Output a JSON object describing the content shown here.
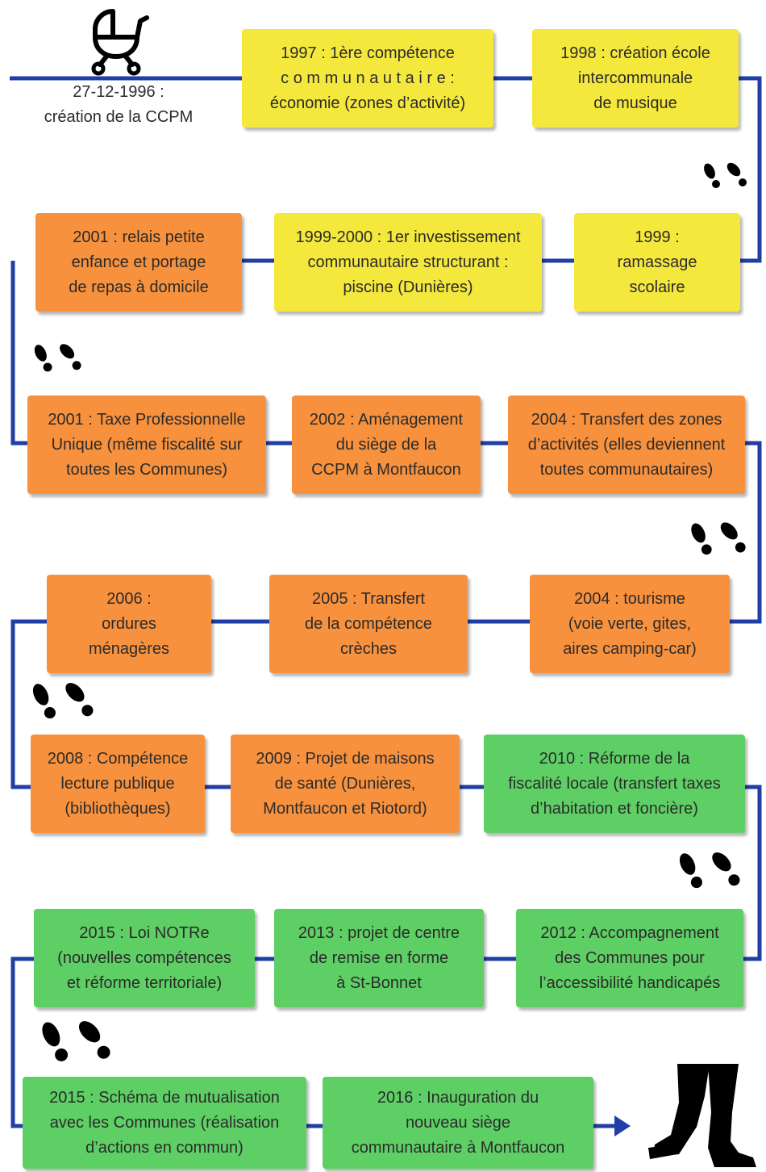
{
  "colors": {
    "line": "#1f3fa6",
    "yellow": "#f5e83d",
    "orange": "#f7913d",
    "green": "#5ecf65"
  },
  "start": {
    "icon": "baby-carriage-icon",
    "label": "27-12-1996 :\ncréation de la CCPM"
  },
  "end": {
    "icon": "walking-legs-icon"
  },
  "rows": [
    {
      "boxes": [
        {
          "text": "1997 : 1ère compétence\nc o m m u n a u t a i r e :\néconomie (zones d’activité)"
        },
        {
          "text": "1998 : création école\nintercommunale\nde musique"
        }
      ]
    },
    {
      "boxes": [
        {
          "text": "2001 : relais petite\nenfance et portage\nde repas à domicile"
        },
        {
          "text": "1999-2000 : 1er investissement\ncommunautaire structurant :\npiscine (Dunières)"
        },
        {
          "text": "1999 :\nramassage\nscolaire"
        }
      ]
    },
    {
      "boxes": [
        {
          "text": "2001 : Taxe Professionnelle\nUnique (même fiscalité sur\ntoutes les Communes)"
        },
        {
          "text": "2002 : Aménagement\ndu siège de la\nCCPM à Montfaucon"
        },
        {
          "text": "2004 : Transfert des zones\nd’activités (elles deviennent\ntoutes communautaires)"
        }
      ]
    },
    {
      "boxes": [
        {
          "text": "2006 :\nordures\nménagères"
        },
        {
          "text": "2005 : Transfert\nde la compétence\ncrèches"
        },
        {
          "text": "2004 : tourisme\n(voie verte, gites,\naires camping-car)"
        }
      ]
    },
    {
      "boxes": [
        {
          "text": "2008 : Compétence\nlecture publique\n(bibliothèques)"
        },
        {
          "text": "2009 : Projet de maisons\nde santé (Dunières,\nMontfaucon et Riotord)"
        },
        {
          "text": "2010 : Réforme de la\nfiscalité locale (transfert taxes\nd’habitation et foncière)"
        }
      ]
    },
    {
      "boxes": [
        {
          "text": "2015 : Loi NOTRe\n(nouvelles compétences\net réforme territoriale)"
        },
        {
          "text": "2013 : projet de centre\nde remise en forme\nà St-Bonnet"
        },
        {
          "text": "2012 : Accompagnement\ndes Communes pour\nl’accessibilité handicapés"
        }
      ]
    },
    {
      "boxes": [
        {
          "text": "2015 : Schéma de mutualisation\navec les Communes (réalisation\nd’actions en commun)"
        },
        {
          "text": "2016 : Inauguration du\nnouveau siège\ncommunautaire à Montfaucon"
        }
      ]
    }
  ]
}
